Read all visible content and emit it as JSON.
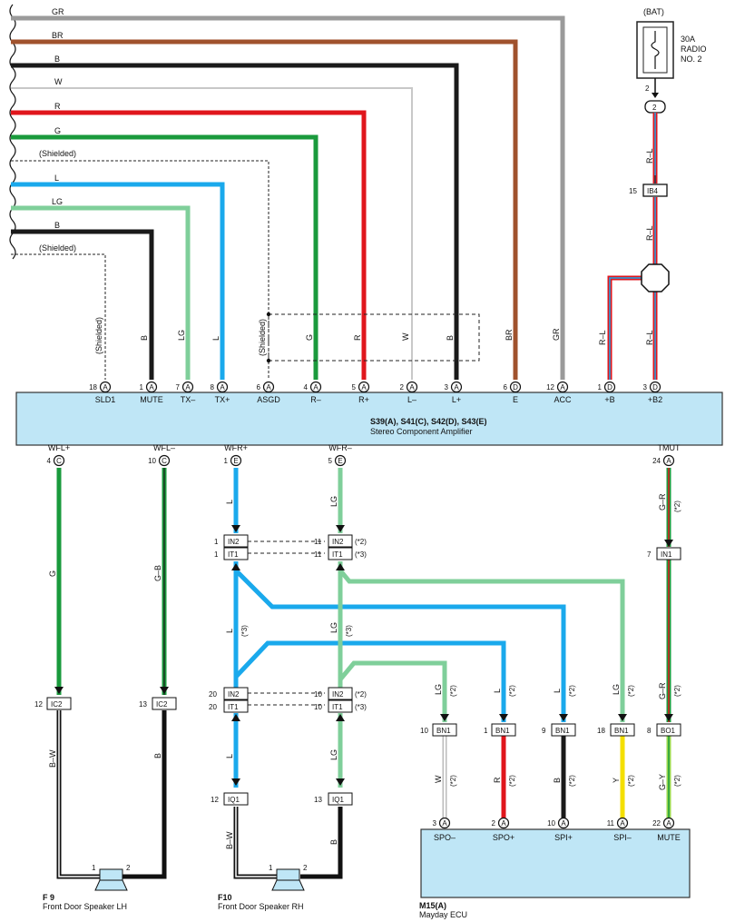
{
  "colors": {
    "GR": "#9a9a9a",
    "BR": "#a0522d",
    "B": "#1a1a1a",
    "W": "#c8c8c8",
    "R": "#e0161c",
    "G": "#1a9a3c",
    "L": "#1aa9ec",
    "LG": "#7fcf9a",
    "Y": "#f4df00",
    "GY": "#9ad94b",
    "box": "#bfe6f6",
    "boxStroke": "#333333"
  },
  "battery": {
    "label": "(BAT)",
    "fuse_amp": "30A",
    "fuse_name1": "RADIO",
    "fuse_name2": "NO. 2",
    "pin": "2",
    "conn": "2"
  },
  "top_wires": {
    "GR": "GR",
    "BR": "BR",
    "B1": "B",
    "W": "W",
    "R": "R",
    "G": "G",
    "SH1": "(Shielded)",
    "L": "L",
    "LG": "LG",
    "B2": "B",
    "SH2": "(Shielded)"
  },
  "vertical_labels": {
    "shielded": "(Shielded)",
    "mute": "B",
    "tx_minus": "LG",
    "tx_plus": "L",
    "asgd": "(Shielded)",
    "r_minus": "G",
    "r_plus": "R",
    "l_minus": "W",
    "l_plus": "B",
    "e": "BR",
    "acc": "GR",
    "b_plus": "R–L",
    "b2": "R–L",
    "bat1": "R–L",
    "bat2": "R–L"
  },
  "ib4": {
    "pin": "15",
    "name": "IB4"
  },
  "amplifier": {
    "title": "S39(A), S41(C), S42(D), S43(E)",
    "subtitle": "Stereo Component Amplifier",
    "top_pins": [
      {
        "num": "18",
        "conn": "A",
        "label": "SLD1"
      },
      {
        "num": "1",
        "conn": "A",
        "label": "MUTE"
      },
      {
        "num": "7",
        "conn": "A",
        "label": "TX–"
      },
      {
        "num": "8",
        "conn": "A",
        "label": "TX+"
      },
      {
        "num": "6",
        "conn": "A",
        "label": "ASGD"
      },
      {
        "num": "4",
        "conn": "A",
        "label": "R–"
      },
      {
        "num": "5",
        "conn": "A",
        "label": "R+"
      },
      {
        "num": "2",
        "conn": "A",
        "label": "L–"
      },
      {
        "num": "3",
        "conn": "A",
        "label": "L+"
      },
      {
        "num": "6",
        "conn": "D",
        "label": "E"
      },
      {
        "num": "12",
        "conn": "A",
        "label": "ACC"
      },
      {
        "num": "1",
        "conn": "D",
        "label": "+B"
      },
      {
        "num": "3",
        "conn": "D",
        "label": "+B2"
      }
    ],
    "bottom_pins": [
      {
        "num": "4",
        "conn": "C",
        "label": "WFL+"
      },
      {
        "num": "10",
        "conn": "C",
        "label": "WFL–"
      },
      {
        "num": "1",
        "conn": "E",
        "label": "WFR+"
      },
      {
        "num": "5",
        "conn": "E",
        "label": "WFR–"
      },
      {
        "num": "24",
        "conn": "A",
        "label": "TMUT"
      }
    ]
  },
  "lower": {
    "g": "G",
    "gb": "G–B",
    "l1": "L",
    "lg1": "LG",
    "gr1": "G–R",
    "note2a": "(*2)",
    "in2": "IN2",
    "it1": "IT1",
    "in1": "IN1",
    "n1": "1",
    "n11": "11",
    "n7": "7",
    "note2": "(*2)",
    "note3": "(*3)",
    "l2": "L",
    "note3b": "(*3)",
    "lg2": "LG",
    "note3c": "(*3)",
    "ic2": "IC2",
    "n12": "12",
    "n13": "13",
    "n20": "20",
    "n10": "10",
    "bw": "B–W",
    "b": "B",
    "l3": "L",
    "lg3": "LG",
    "iq1": "IQ1",
    "bw2": "B–W",
    "b3": "B",
    "lg4": "LG",
    "l4": "L",
    "l5": "L",
    "lg5": "LG",
    "gr2": "G–R",
    "bn1": "BN1",
    "bo1": "BO1",
    "n9": "9",
    "n18": "18",
    "n8": "8",
    "w": "W",
    "r": "R",
    "b4": "B",
    "y": "Y",
    "gy": "G–Y",
    "p1": "1",
    "p2": "2"
  },
  "mayday": {
    "title": "M15(A)",
    "subtitle": "Mayday ECU",
    "pins": [
      {
        "num": "3",
        "conn": "A",
        "label": "SPO–"
      },
      {
        "num": "2",
        "conn": "A",
        "label": "SPO+"
      },
      {
        "num": "10",
        "conn": "A",
        "label": "SPI+"
      },
      {
        "num": "11",
        "conn": "A",
        "label": "SPI–"
      },
      {
        "num": "22",
        "conn": "A",
        "label": "MUTE"
      }
    ]
  },
  "speakers": {
    "lh_code": "F 9",
    "lh_name": "Front Door Speaker LH",
    "rh_code": "F10",
    "rh_name": "Front Door Speaker RH"
  }
}
